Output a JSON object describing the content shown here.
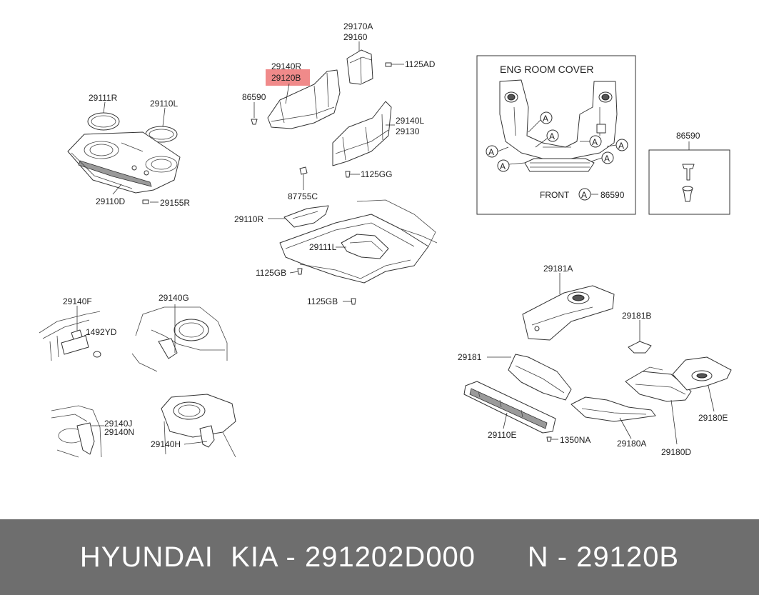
{
  "diagram": {
    "labels": {
      "p29111R": "29111R",
      "p29110L": "29110L",
      "p29110D": "29110D",
      "p29155R": "29155R",
      "p29140R": "29140R",
      "p29120B": "29120B",
      "p86590a": "86590",
      "p29170A": "29170A",
      "p29160": "29160",
      "p1125AD": "1125AD",
      "p29140L": "29140L",
      "p29130": "29130",
      "p1125GG": "1125GG",
      "p87755C": "87755C",
      "p29110R": "29110R",
      "p29111L": "29111L",
      "p1125GBa": "1125GB",
      "p1125GBb": "1125GB",
      "p29140F": "29140F",
      "p1492YD": "1492YD",
      "p29140G": "29140G",
      "p29140J": "29140J",
      "p29140N": "29140N",
      "p29140H": "29140H",
      "p29181A": "29181A",
      "p29181B": "29181B",
      "p29181": "29181",
      "p29110E": "29110E",
      "p1350NA": "1350NA",
      "p29180A": "29180A",
      "p29180D": "29180D",
      "p29180E": "29180E",
      "p86590b": "86590"
    },
    "inset": {
      "title": "ENG  ROOM  COVER",
      "front_label": "FRONT",
      "callout_letter": "A",
      "callout_part": "86590"
    },
    "highlight_color": "#f08a8a"
  },
  "footer": {
    "brand": "HYUNDAI  KIA - 291202D000",
    "ref": "N - 29120B"
  }
}
